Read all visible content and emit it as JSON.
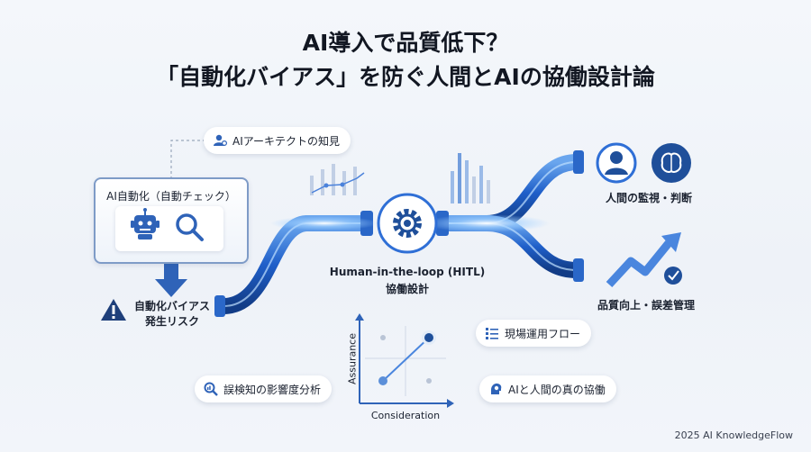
{
  "title": {
    "line1": "AI導入で品質低下？",
    "line2": "「自動化バイアス」を防ぐ人間とAIの協働設計論"
  },
  "labels": {
    "architect_pill": "AIアーキテクトの知見",
    "ai_box": "AI自動化（自動チェック）",
    "risk_line1": "自動化バイアス",
    "risk_line2": "発生リスク",
    "hitl_line1": "Human-in-the-loop (HITL)",
    "hitl_line2": "協働設計",
    "human_judgement": "人間の監視・判断",
    "quality": "品質向上・誤差管理",
    "workflow_pill": "現場運用フロー",
    "analysis_pill": "誤検知の影響度分析",
    "collab_pill": "AIと人間の真の協働",
    "axis_y": "Assurance",
    "axis_x": "Consideration",
    "footer": "2025 AI KnowledgeFlow"
  },
  "colors": {
    "accent": "#2f6fd6",
    "dark_blue": "#1f4f9a",
    "warning": "#1e3f7a"
  },
  "icons": [
    "user-gear-icon",
    "robot-icon",
    "magnifier-icon",
    "warning-icon",
    "gear-icon",
    "person-icon",
    "brain-icon",
    "trend-arrow-icon",
    "check-icon",
    "list-icon",
    "search-chart-icon",
    "head-gear-icon"
  ]
}
